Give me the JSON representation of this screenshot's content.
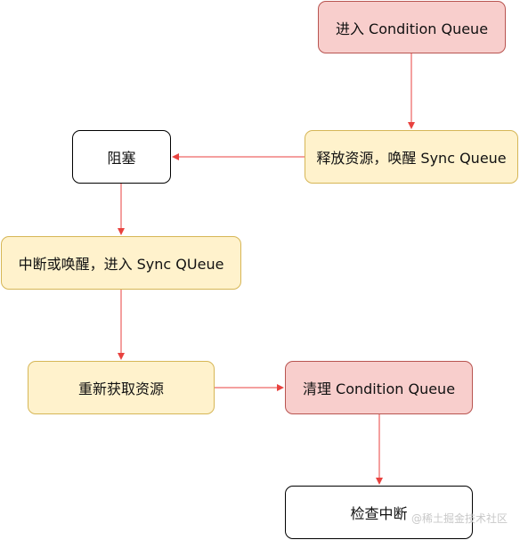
{
  "nodes": {
    "enter_condition_queue": "进入 Condition Queue",
    "release_resource": "释放资源，唤醒 Sync Queue",
    "blocked": "阻塞",
    "interrupt_or_wake": "中断或唤醒，进入 Sync QUeue",
    "reacquire_resource": "重新获取资源",
    "clean_condition_queue": "清理 Condition Queue",
    "check_interrupt": "检查中断"
  },
  "edges": [
    [
      "enter_condition_queue",
      "release_resource"
    ],
    [
      "release_resource",
      "blocked"
    ],
    [
      "blocked",
      "interrupt_or_wake"
    ],
    [
      "interrupt_or_wake",
      "reacquire_resource"
    ],
    [
      "reacquire_resource",
      "clean_condition_queue"
    ],
    [
      "clean_condition_queue",
      "check_interrupt"
    ]
  ],
  "colors": {
    "edge": "#e8423f",
    "red_fill": "#f8cecc",
    "red_stroke": "#b85450",
    "yellow_fill": "#fff2cc",
    "yellow_stroke": "#d6b656",
    "white_fill": "#ffffff",
    "white_stroke": "#000000"
  },
  "watermark": "@稀土掘金技术社区"
}
